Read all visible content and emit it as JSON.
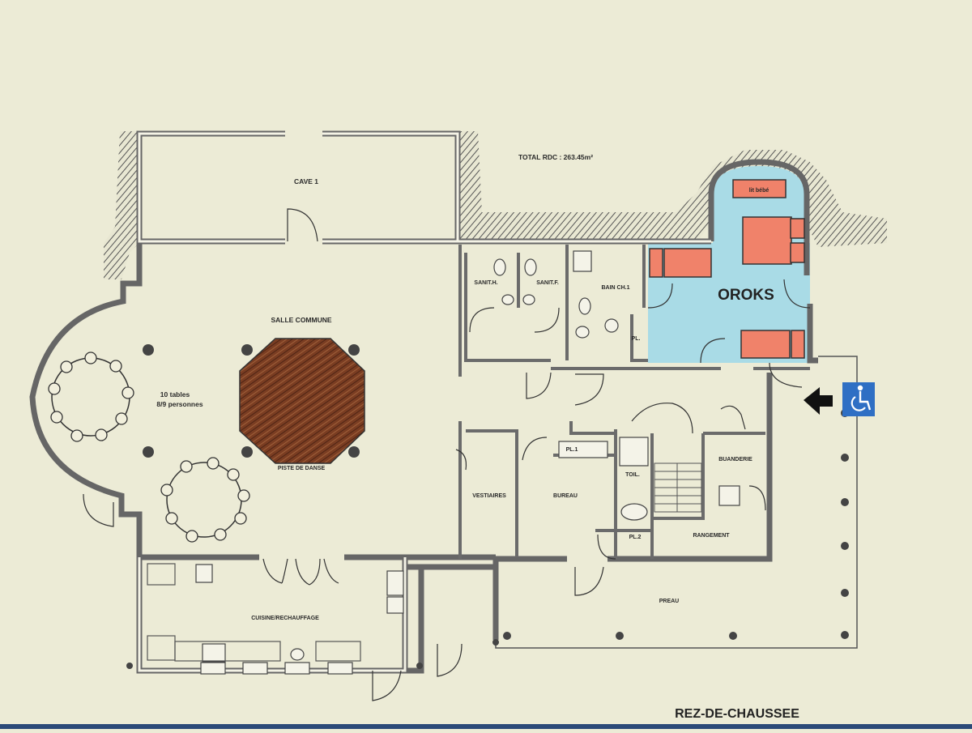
{
  "title": "REZ-DE-CHAUSSEE",
  "total": "TOTAL RDC : 263.45m²",
  "rooms": {
    "cave": "CAVE 1",
    "salle": "SALLE COMMUNE",
    "tables_line1": "10 tables",
    "tables_line2": "8/9 personnes",
    "piste": "PISTE DE DANSE",
    "sanit_h": "SANIT.H.",
    "sanit_f": "SANIT.F.",
    "bain": "BAIN CH.1",
    "pl": "PL.",
    "oroks": "OROKS",
    "lit_bebe": "lit bébé",
    "vestiaires": "VESTIAIRES",
    "bureau": "BUREAU",
    "pl1": "PL.1",
    "toil": "TOIL.",
    "pl2": "PL.2",
    "buanderie": "BUANDERIE",
    "rangement": "RANGEMENT",
    "preau": "PREAU",
    "cuisine": "CUISINE/RECHAUFFAGE"
  },
  "colors": {
    "background": "#ecebd6",
    "oroks_room": "#a9dbe6",
    "beds": "#f0826a",
    "dance_floor": "#7a3d22",
    "accessibility_badge": "#2f6fc4"
  },
  "icons": {
    "entrance_arrow": "arrow-right-icon",
    "accessibility": "wheelchair-icon"
  }
}
